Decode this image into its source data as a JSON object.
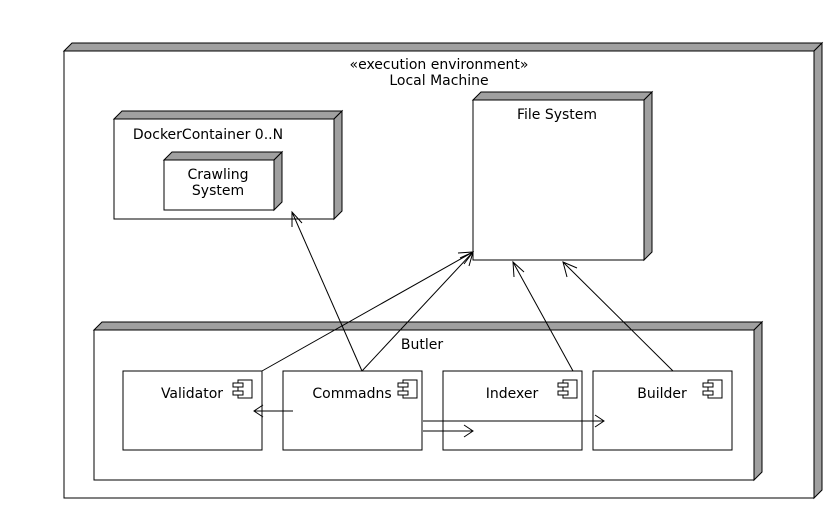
{
  "diagram": {
    "environment": {
      "stereotype": "«execution environment»",
      "name": "Local Machine"
    },
    "docker": {
      "name": "DockerContainer 0..N",
      "inner_line1": "Crawling",
      "inner_line2": "System"
    },
    "file_system": {
      "name": "File System"
    },
    "butler": {
      "name": "Butler",
      "components": [
        {
          "label": "Validator"
        },
        {
          "label": "Commadns"
        },
        {
          "label": "Indexer"
        },
        {
          "label": "Builder"
        }
      ]
    },
    "colors": {
      "node_side": "#a0a0a0",
      "stroke": "#000000",
      "fill": "#ffffff"
    }
  }
}
